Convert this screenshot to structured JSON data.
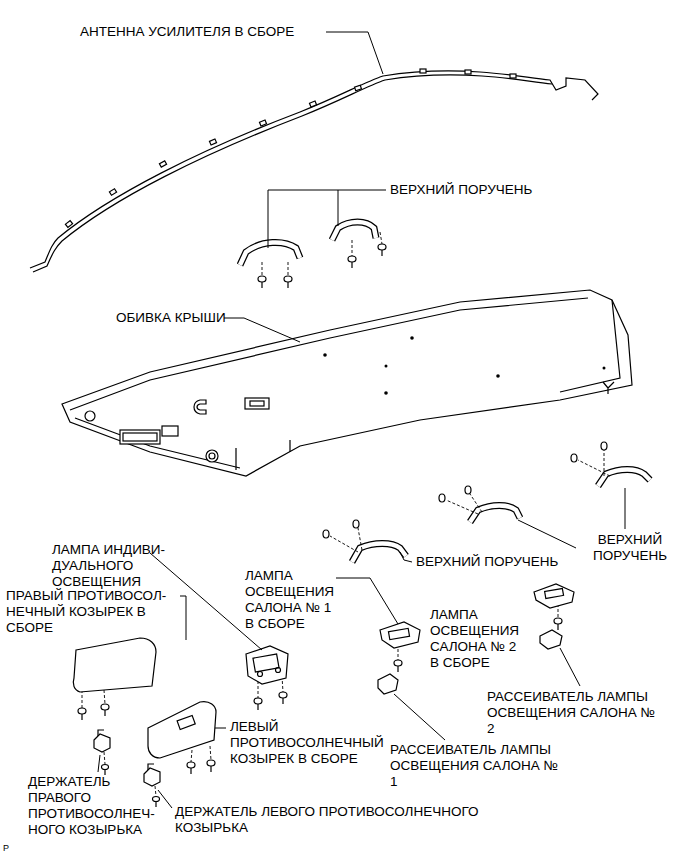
{
  "diagram": {
    "labels": [
      "АНТЕННА УСИЛИТЕЛЯ В СБОРЕ",
      "ВЕРХНИЙ ПОРУЧЕНЬ",
      "ОБИВКА КРЫШИ",
      "ВЕРХНИЙ ПОРУЧЕНЬ",
      "ВЕРХНИЙ ПОРУЧЕНЬ",
      "ЛАМПА ИНДИВИ- ДУАЛЬНОГО ОСВЕЩЕНИЯ",
      "ПРАВЫЙ ПРОТИВОСОЛ- НЕЧНЫЙ КОЗЫРЕК В СБОРЕ",
      "ЛАМПА ОСВЕЩЕНИЯ САЛОНА № 1 В СБОРЕ",
      "ЛАМПА ОСВЕЩЕНИЯ САЛОНА № 2 В СБОРЕ",
      "ЛЕВЫЙ ПРОТИВОСОЛНЕЧНЫЙ КОЗЫРЕК В СБОРЕ",
      "РАССЕИВАТЕЛЬ ЛАМПЫ ОСВЕЩЕНИЯ САЛОНА № 2",
      "РАССЕИВАТЕЛЬ ЛАМПЫ ОСВЕЩЕНИЯ САЛОНА № 1",
      "ДЕРЖАТЕЛЬ ПРАВОГО ПРОТИВОСОЛНЕЧ- НОГО КОЗЫРЬКА",
      "ДЕРЖАТЕЛЬ ЛЕВОГО ПРОТИВОСОЛНЕЧНОГО КОЗЫРЬКА",
      "P"
    ]
  }
}
